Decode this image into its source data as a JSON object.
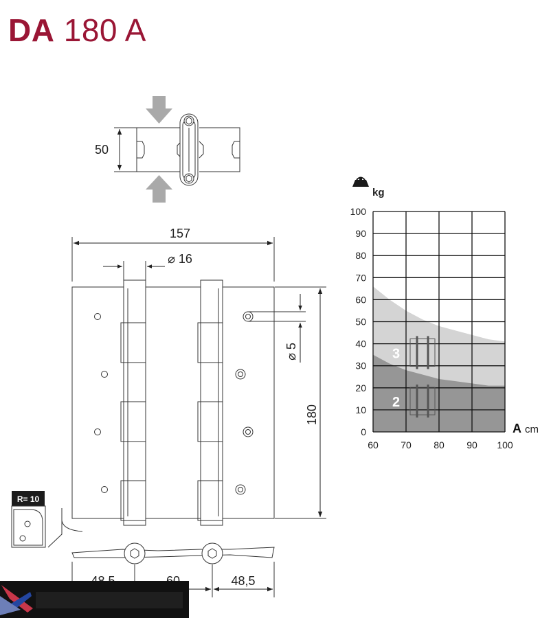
{
  "title": {
    "code": "DA",
    "number": "180 A"
  },
  "dimensions": {
    "thickness": "50",
    "total_width": "157",
    "barrel_diameter": "⌀ 16",
    "hole_diameter": "⌀ 5",
    "height": "180",
    "left_leaf": "48,5",
    "center_distance": "60",
    "right_leaf": "48,5",
    "corner_radius": "R= 10"
  },
  "icons": [
    "arrow-down-icon",
    "arrow-up-icon",
    "weight-icon",
    "logo-icon"
  ],
  "colors": {
    "brand": "#9a1635",
    "zone_light": "#d4d4d4",
    "zone_dark": "#969696",
    "logo": "#1d3f8f"
  },
  "chart_data": {
    "type": "area",
    "weight_unit": "kg",
    "width_symbol": "A",
    "width_unit": "cm",
    "x_ticks": [
      60,
      70,
      80,
      90,
      100
    ],
    "y_ticks": [
      0,
      10,
      20,
      30,
      40,
      50,
      60,
      70,
      80,
      90,
      100
    ],
    "xlim": [
      60,
      100
    ],
    "ylim": [
      0,
      100
    ],
    "grid": true,
    "series": [
      {
        "name": "3",
        "x": [
          60,
          65,
          70,
          75,
          80,
          85,
          90,
          95,
          100
        ],
        "y": [
          66,
          60,
          55,
          51,
          48,
          46,
          44,
          42,
          41
        ]
      },
      {
        "name": "2",
        "x": [
          60,
          65,
          70,
          75,
          80,
          85,
          90,
          95,
          100
        ],
        "y": [
          35,
          31,
          28,
          26,
          24,
          23,
          22,
          21,
          21
        ]
      }
    ]
  }
}
